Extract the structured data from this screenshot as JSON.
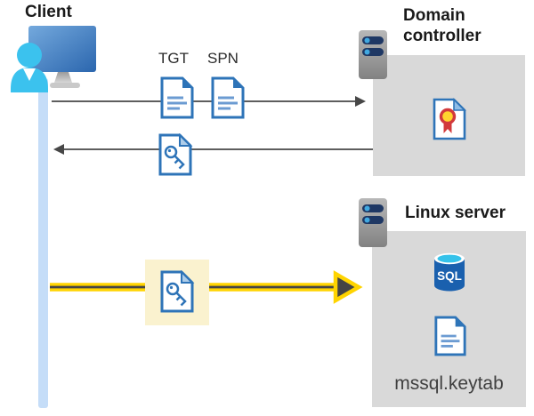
{
  "diagram": {
    "client": {
      "label": "Client"
    },
    "domain_controller": {
      "label": "Domain controller"
    },
    "linux_server": {
      "label": "Linux server",
      "keytab_label": "mssql.keytab"
    },
    "artifacts": {
      "tgt_label": "TGT",
      "spn_label": "SPN",
      "sql_text": "SQL"
    },
    "icons": [
      "client-user-monitor-icon",
      "server-icon",
      "document-icon",
      "key-document-icon",
      "certificate-icon",
      "sql-database-icon"
    ],
    "colors": {
      "doc_blue": "#2e74b8",
      "doc_line_blue": "#6b9bd2",
      "person_cyan": "#3bc2ee",
      "lifeline_blue": "#c5ddf8",
      "box_gray": "#d9d9d9",
      "server_navy": "#1f3864",
      "server_dot_blue": "#41a9e1",
      "arrow_gray": "#474747",
      "kerberos_yellow": "#ffd400",
      "highlight_yellow": "#faf2cf",
      "cert_red": "#d2393b",
      "cert_gold": "#ffd42e",
      "sql_blue": "#1a60ae",
      "sql_top_cyan": "#35c2ea"
    }
  }
}
